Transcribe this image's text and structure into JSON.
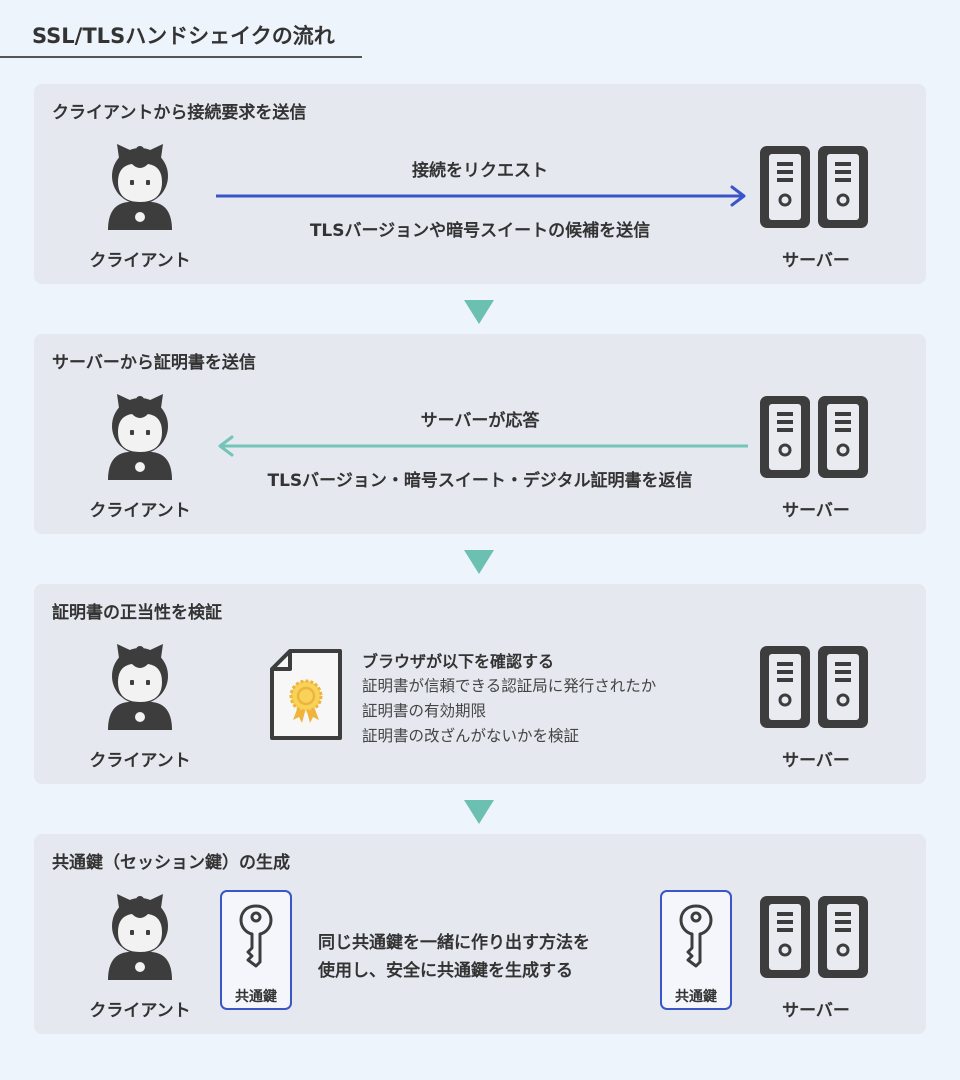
{
  "page_title": "SSL/TLSハンドシェイクの流れ",
  "labels": {
    "client": "クライアント",
    "server": "サーバー"
  },
  "colors": {
    "blue_arrow": "#3a55c8",
    "teal_arrow": "#74c4b8",
    "connector": "#6cc0b2",
    "icon": "#3d3d3d",
    "key_border": "#3a55c8"
  },
  "steps": [
    {
      "title": "クライアントから接続要求を送信",
      "arrow_direction": "right",
      "arrow_label_top": "接続をリクエスト",
      "arrow_label_bottom": "TLSバージョンや暗号スイートの候補を送信"
    },
    {
      "title": "サーバーから証明書を送信",
      "arrow_direction": "left",
      "arrow_label_top": "サーバーが応答",
      "arrow_label_bottom": "TLSバージョン・暗号スイート・デジタル証明書を返信"
    },
    {
      "title": "証明書の正当性を検証",
      "check_heading": "ブラウザが以下を確認する",
      "check_items": [
        "証明書が信頼できる認証局に発行されたか",
        "証明書の有効期限",
        "証明書の改ざんがないかを検証"
      ]
    },
    {
      "title": "共通鍵（セッション鍵）の生成",
      "key_label": "共通鍵",
      "text_lines": [
        "同じ共通鍵を一緒に作り出す方法を",
        "使用し、安全に共通鍵を生成する"
      ]
    }
  ]
}
